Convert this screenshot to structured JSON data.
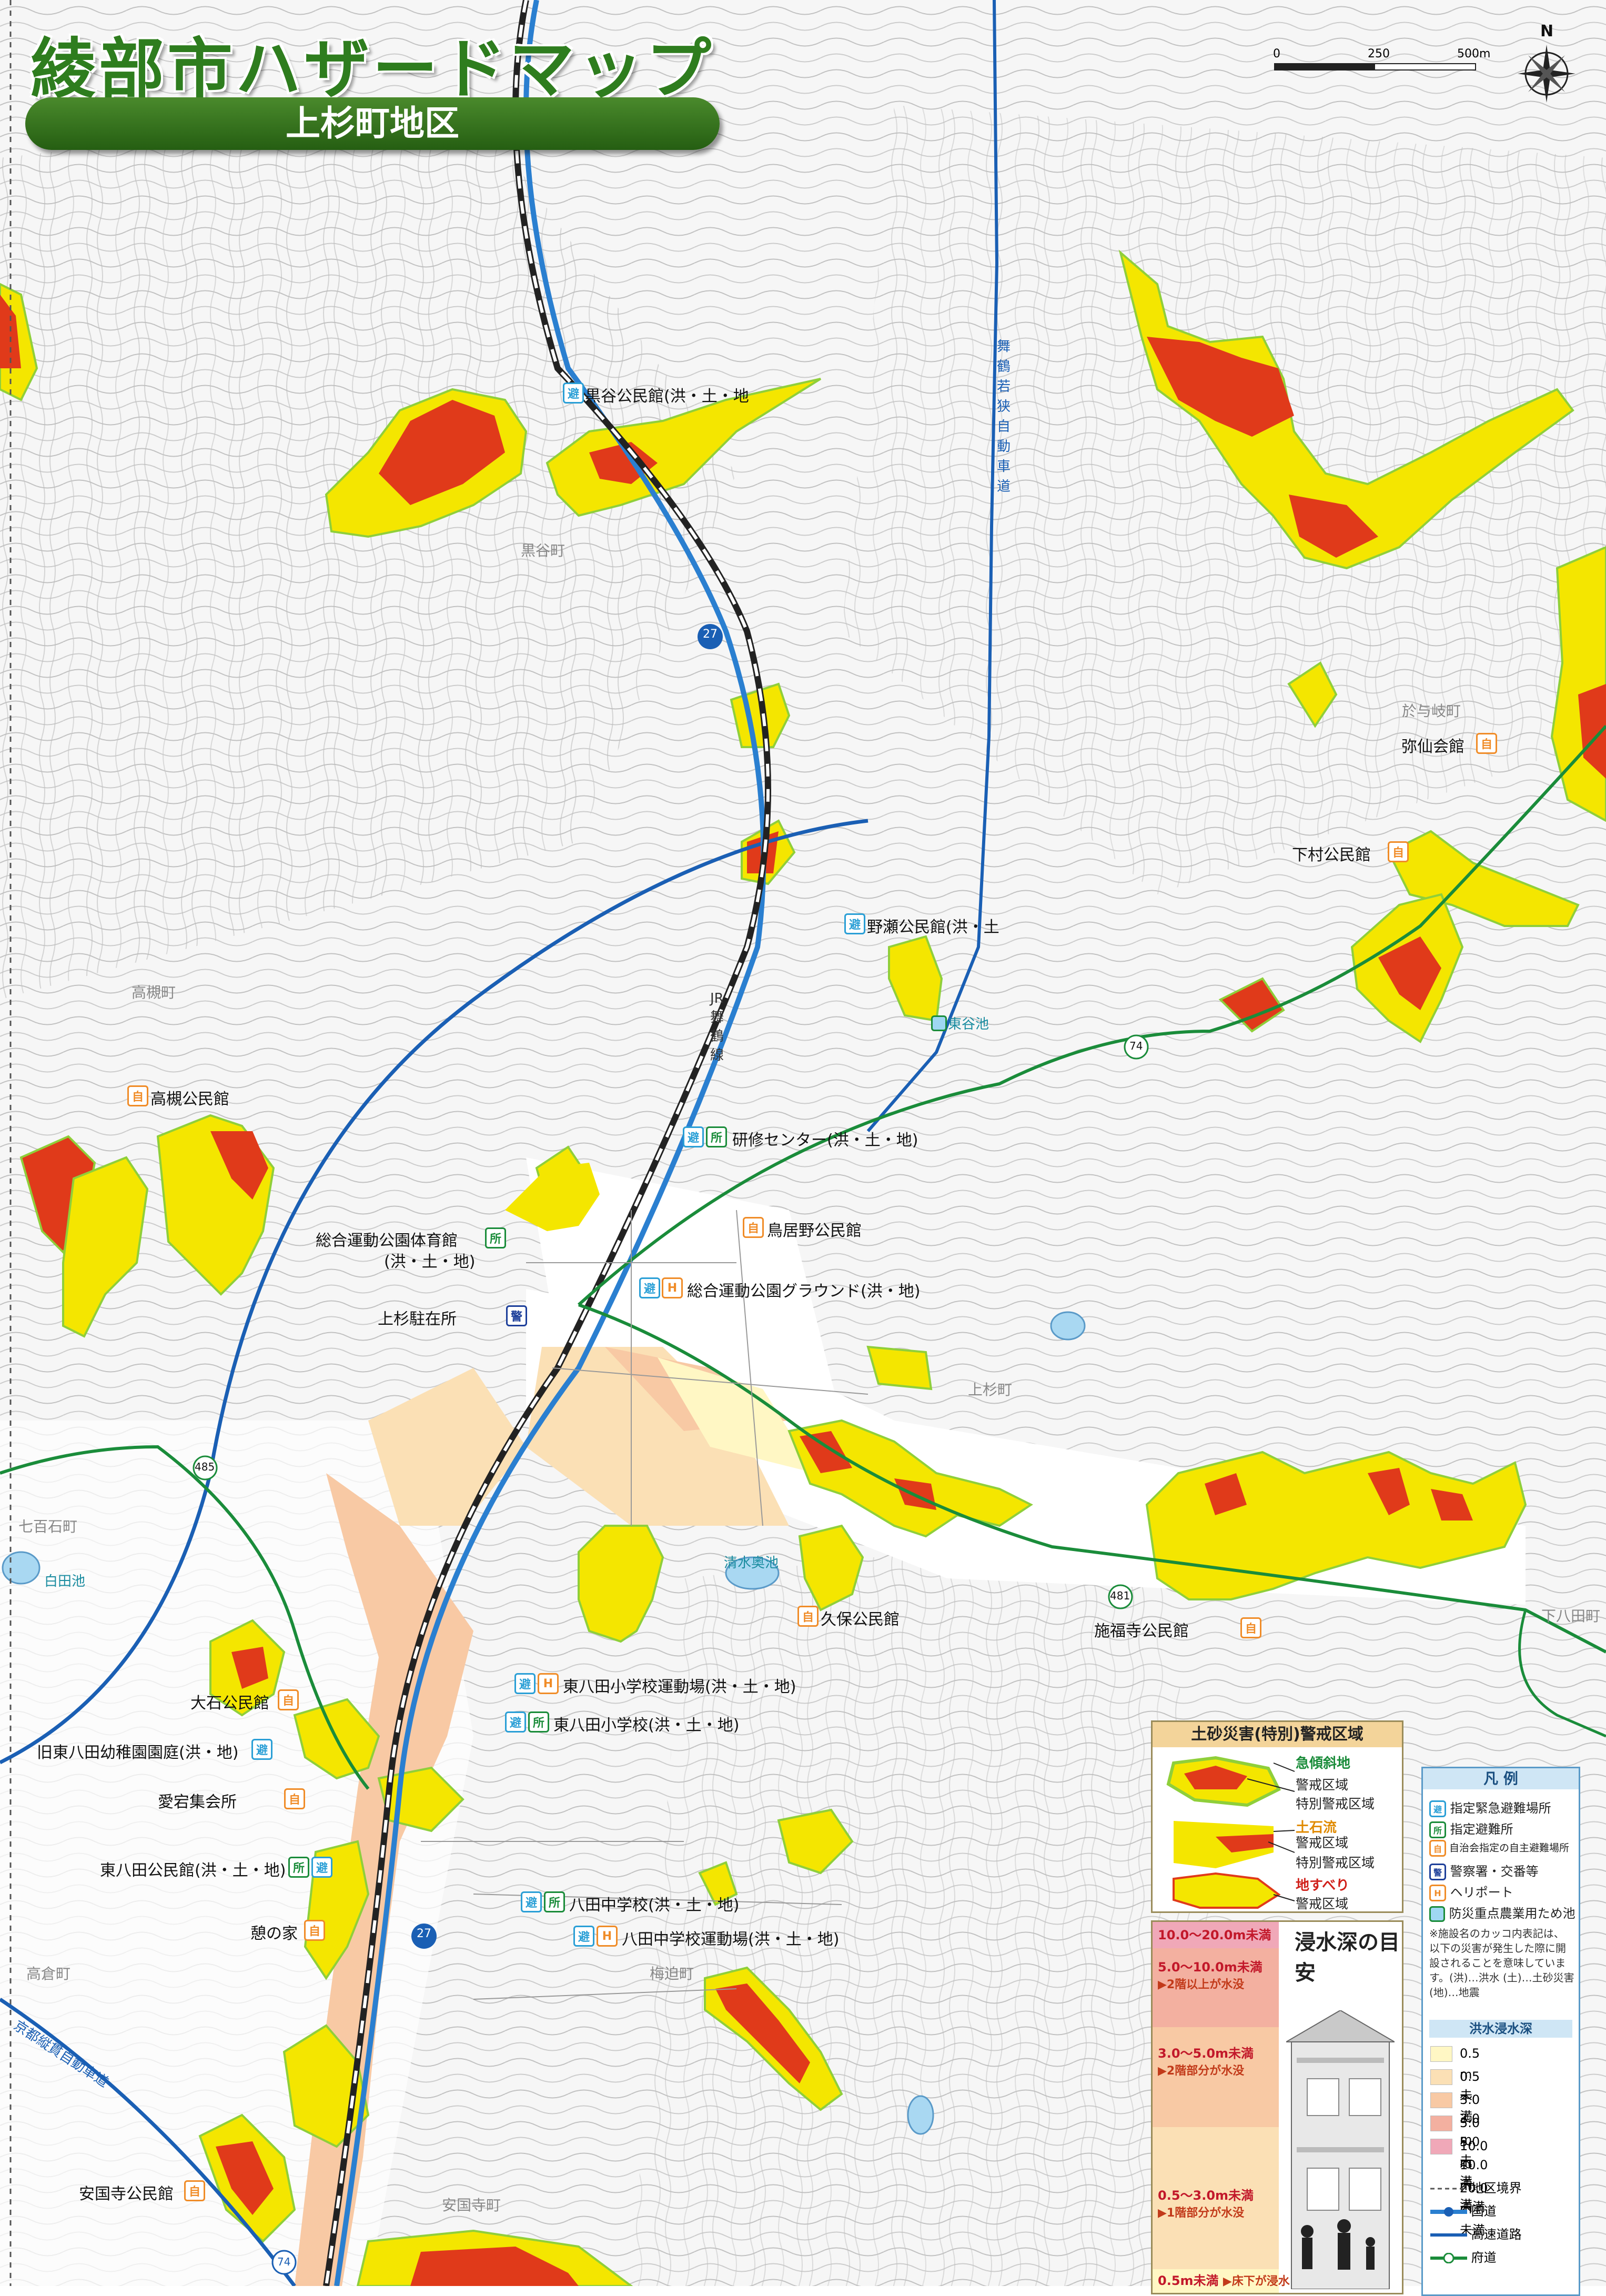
{
  "header": {
    "title": "綾部市ハザードマップ",
    "subtitle": "上杉町地区"
  },
  "scale": {
    "ticks": [
      "0",
      "250",
      "500m"
    ]
  },
  "compass": {
    "north_label": "N"
  },
  "map": {
    "roads": {
      "national": "27",
      "prefectural_74": "74",
      "prefectural_481": "481",
      "prefectural_485": "485"
    },
    "line_labels": {
      "expressway_maizuru": "舞鶴若狭自動車道",
      "expressway_kyoto": "京都縦貫自動車道",
      "rail_jr": "JR舞鶴線"
    },
    "place_names": {
      "kurotani": "黒谷町",
      "takatsuki": "高槻町",
      "nanajuku": "七百石町",
      "kamisugi": "上杉町",
      "umesako": "梅迫町",
      "takakura": "高倉町",
      "ankokuji": "安国寺町",
      "oyugi": "於与岐町",
      "shimonagu": "下八田町"
    },
    "facilities": [
      {
        "name": "黒谷公民館(洪・土・地",
        "icons": [
          "eva"
        ]
      },
      {
        "name": "野瀬公民館(洪・土",
        "icons": [
          "eva"
        ]
      },
      {
        "name": "弥仙会館",
        "icons": [
          "jishu"
        ]
      },
      {
        "name": "下村公民館",
        "icons": [
          "jishu"
        ]
      },
      {
        "name": "東谷池",
        "icons": [
          "pond"
        ]
      },
      {
        "name": "高槻公民館",
        "icons": [
          "jishu"
        ]
      },
      {
        "name": "研修センター(洪・土・地)",
        "icons": [
          "eva",
          "shel"
        ]
      },
      {
        "name": "鳥居野公民館",
        "icons": [
          "jishu"
        ]
      },
      {
        "name": "総合運動公園体育館",
        "name2": "(洪・土・地)",
        "icons": [
          "shel"
        ]
      },
      {
        "name": "総合運動公園グラウンド(洪・地)",
        "icons": [
          "eva",
          "heli"
        ]
      },
      {
        "name": "上杉駐在所",
        "icons": [
          "police"
        ]
      },
      {
        "name": "白田池",
        "icons": [
          "pond"
        ]
      },
      {
        "name": "清水奥池",
        "icons": [
          "pond"
        ]
      },
      {
        "name": "久保公民館",
        "icons": [
          "jishu"
        ]
      },
      {
        "name": "施福寺公民館",
        "icons": [
          "jishu"
        ]
      },
      {
        "name": "東八田小学校運動場(洪・土・地)",
        "icons": [
          "eva",
          "heli"
        ]
      },
      {
        "name": "東八田小学校(洪・土・地)",
        "icons": [
          "eva",
          "shel"
        ]
      },
      {
        "name": "大石公民館",
        "icons": [
          "jishu"
        ]
      },
      {
        "name": "旧東八田幼稚園園庭(洪・地)",
        "icons": [
          "eva"
        ]
      },
      {
        "name": "愛宕集会所",
        "icons": [
          "jishu"
        ]
      },
      {
        "name": "東八田公民館(洪・土・地)",
        "icons": [
          "shel",
          "eva"
        ]
      },
      {
        "name": "八田中学校(洪・土・地)",
        "icons": [
          "eva",
          "shel"
        ]
      },
      {
        "name": "八田中学校運動場(洪・土・地)",
        "icons": [
          "eva",
          "heli"
        ]
      },
      {
        "name": "憩の家",
        "icons": [
          "jishu"
        ]
      },
      {
        "name": "安国寺公民館",
        "icons": [
          "jishu"
        ]
      }
    ]
  },
  "sediment_legend": {
    "title": "土砂災害(特別)警戒区域",
    "groups": [
      {
        "category": "急傾斜地",
        "items": [
          "警戒区域",
          "特別警戒区域"
        ],
        "color": "#1a8c3a"
      },
      {
        "category": "土石流",
        "items": [
          "警戒区域",
          "特別警戒区域"
        ],
        "color": "#e08a00"
      },
      {
        "category": "地すべり",
        "items": [
          "警戒区域"
        ],
        "color": "#d0201a"
      }
    ]
  },
  "legend": {
    "title": "凡 例",
    "symbols": [
      {
        "label": "指定緊急避難場所",
        "icon": "eva"
      },
      {
        "label": "指定避難所",
        "icon": "shel"
      },
      {
        "label": "自治会指定の自主避難場所",
        "icon": "jishu"
      },
      {
        "label": "警察署・交番等",
        "icon": "police"
      },
      {
        "label": "ヘリポート",
        "icon": "heli"
      },
      {
        "label": "防災重点農業用ため池",
        "icon": "pond"
      }
    ],
    "note": "※施設名のカッコ内表記は、以下の災害が発生した際に開設されることを意味しています。(洪)…洪水 (土)…土砂災害 (地)…地震",
    "flood_title": "洪水浸水深",
    "flood_depths": [
      {
        "label": "0.5 m 未満",
        "color": "#fff7c4"
      },
      {
        "label": "0.5 ～ 3.0 m 未満",
        "color": "#fbe0b5"
      },
      {
        "label": "3.0 ～ 5.0 m 未満",
        "color": "#f8c9a4"
      },
      {
        "label": "5.0 ～ 10.0 m 未満",
        "color": "#f3b0a0"
      },
      {
        "label": "10.0 ～ 20.0 m 未満",
        "color": "#f0a8b8"
      }
    ],
    "lines": [
      {
        "label": "地区境界"
      },
      {
        "label": "国道"
      },
      {
        "label": "高速道路"
      },
      {
        "label": "府道"
      }
    ]
  },
  "depth_guide": {
    "title": "浸水深の目安",
    "bands": [
      {
        "range": "10.0～20.0m未満",
        "desc": ""
      },
      {
        "range": "5.0～10.0m未満",
        "desc": "▶2階以上が水没"
      },
      {
        "range": "3.0～5.0m未満",
        "desc": "▶2階部分が水没"
      },
      {
        "range": "0.5～3.0m未満",
        "desc": "▶1階部分が水没"
      },
      {
        "range": "0.5m未満",
        "desc": "▶床下が浸水"
      }
    ]
  }
}
